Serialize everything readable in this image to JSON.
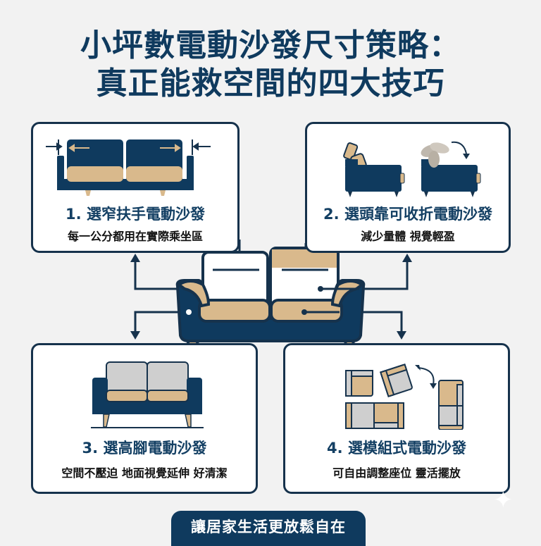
{
  "header": {
    "title_line1": "小坪數電動沙發尺寸策略：",
    "title_line2": "真正能救空間的四大技巧"
  },
  "cards": [
    {
      "title": "1. 選窄扶手電動沙發",
      "subtitle": "每一公分都用在實際乘坐區",
      "icon": "narrow-armrest-sofa-icon"
    },
    {
      "title": "2. 選頭靠可收折電動沙發",
      "subtitle": "減少量體 視覺輕盈",
      "icon": "foldable-headrest-sofa-icon"
    },
    {
      "title": "3. 選高腳電動沙發",
      "subtitle": "空間不壓迫 地面視覺延伸 好清潔",
      "icon": "high-leg-sofa-icon"
    },
    {
      "title": "4. 選模組式電動沙發",
      "subtitle": "可自由調整座位 靈活擺放",
      "icon": "modular-sofa-icon"
    }
  ],
  "footer": {
    "banner": "讓居家生活更放鬆自在"
  },
  "colors": {
    "navy": "#0f3a5e",
    "tan": "#d9b98c",
    "grey": "#cfcfcf",
    "bg": "#f2f2f2"
  }
}
